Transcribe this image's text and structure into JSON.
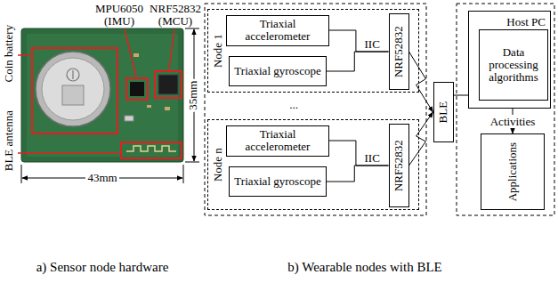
{
  "diagram": {
    "nodes": [
      {
        "text": [
          "Node 1"
        ]
      },
      {
        "text": [
          "Triaxial accelerometer"
        ],
        "in": 0
      },
      {
        "text": [
          "Triaxial gyroscope"
        ],
        "in": 0
      },
      {
        "text": [
          "NRF52832"
        ],
        "in": 0
      },
      {
        "text": [
          "Node n"
        ]
      },
      {
        "text": [
          "Triaxial accelerometer"
        ],
        "in": 4
      },
      {
        "text": [
          "Triaxial gyroscope"
        ],
        "in": 4
      },
      {
        "text": [
          "NRF52832"
        ],
        "in": 4
      },
      {
        "text": [
          "BLE"
        ]
      },
      {
        "text": [
          "Host PC"
        ]
      },
      {
        "text": [
          "Data processing algorithms"
        ],
        "in": 9
      },
      {
        "text": [
          "Applications"
        ]
      }
    ],
    "edges": [
      {
        "from": 1,
        "to": 3,
        "arrow": "none",
        "label": "IIC"
      },
      {
        "from": 2,
        "to": 3,
        "arrow": "none"
      },
      {
        "from": 5,
        "to": 7,
        "arrow": "none",
        "label": "IIC"
      },
      {
        "from": 6,
        "to": 7,
        "arrow": "none"
      },
      {
        "from": 3,
        "to": 8,
        "arrow": "to"
      },
      {
        "from": 7,
        "to": 8,
        "arrow": "to"
      },
      {
        "from": 8,
        "to": 9,
        "arrow": "none"
      },
      {
        "from": 9,
        "to": 11,
        "arrow": "to",
        "label": "Activities"
      }
    ],
    "labels": [
      "MPU6050 (IMU)",
      "NRF52832 (MCU)",
      "Coin battery",
      "BLE antenna",
      "35mm",
      "43mm",
      "...",
      "a) Sensor node hardware",
      "b) Wearable nodes with BLE"
    ]
  }
}
